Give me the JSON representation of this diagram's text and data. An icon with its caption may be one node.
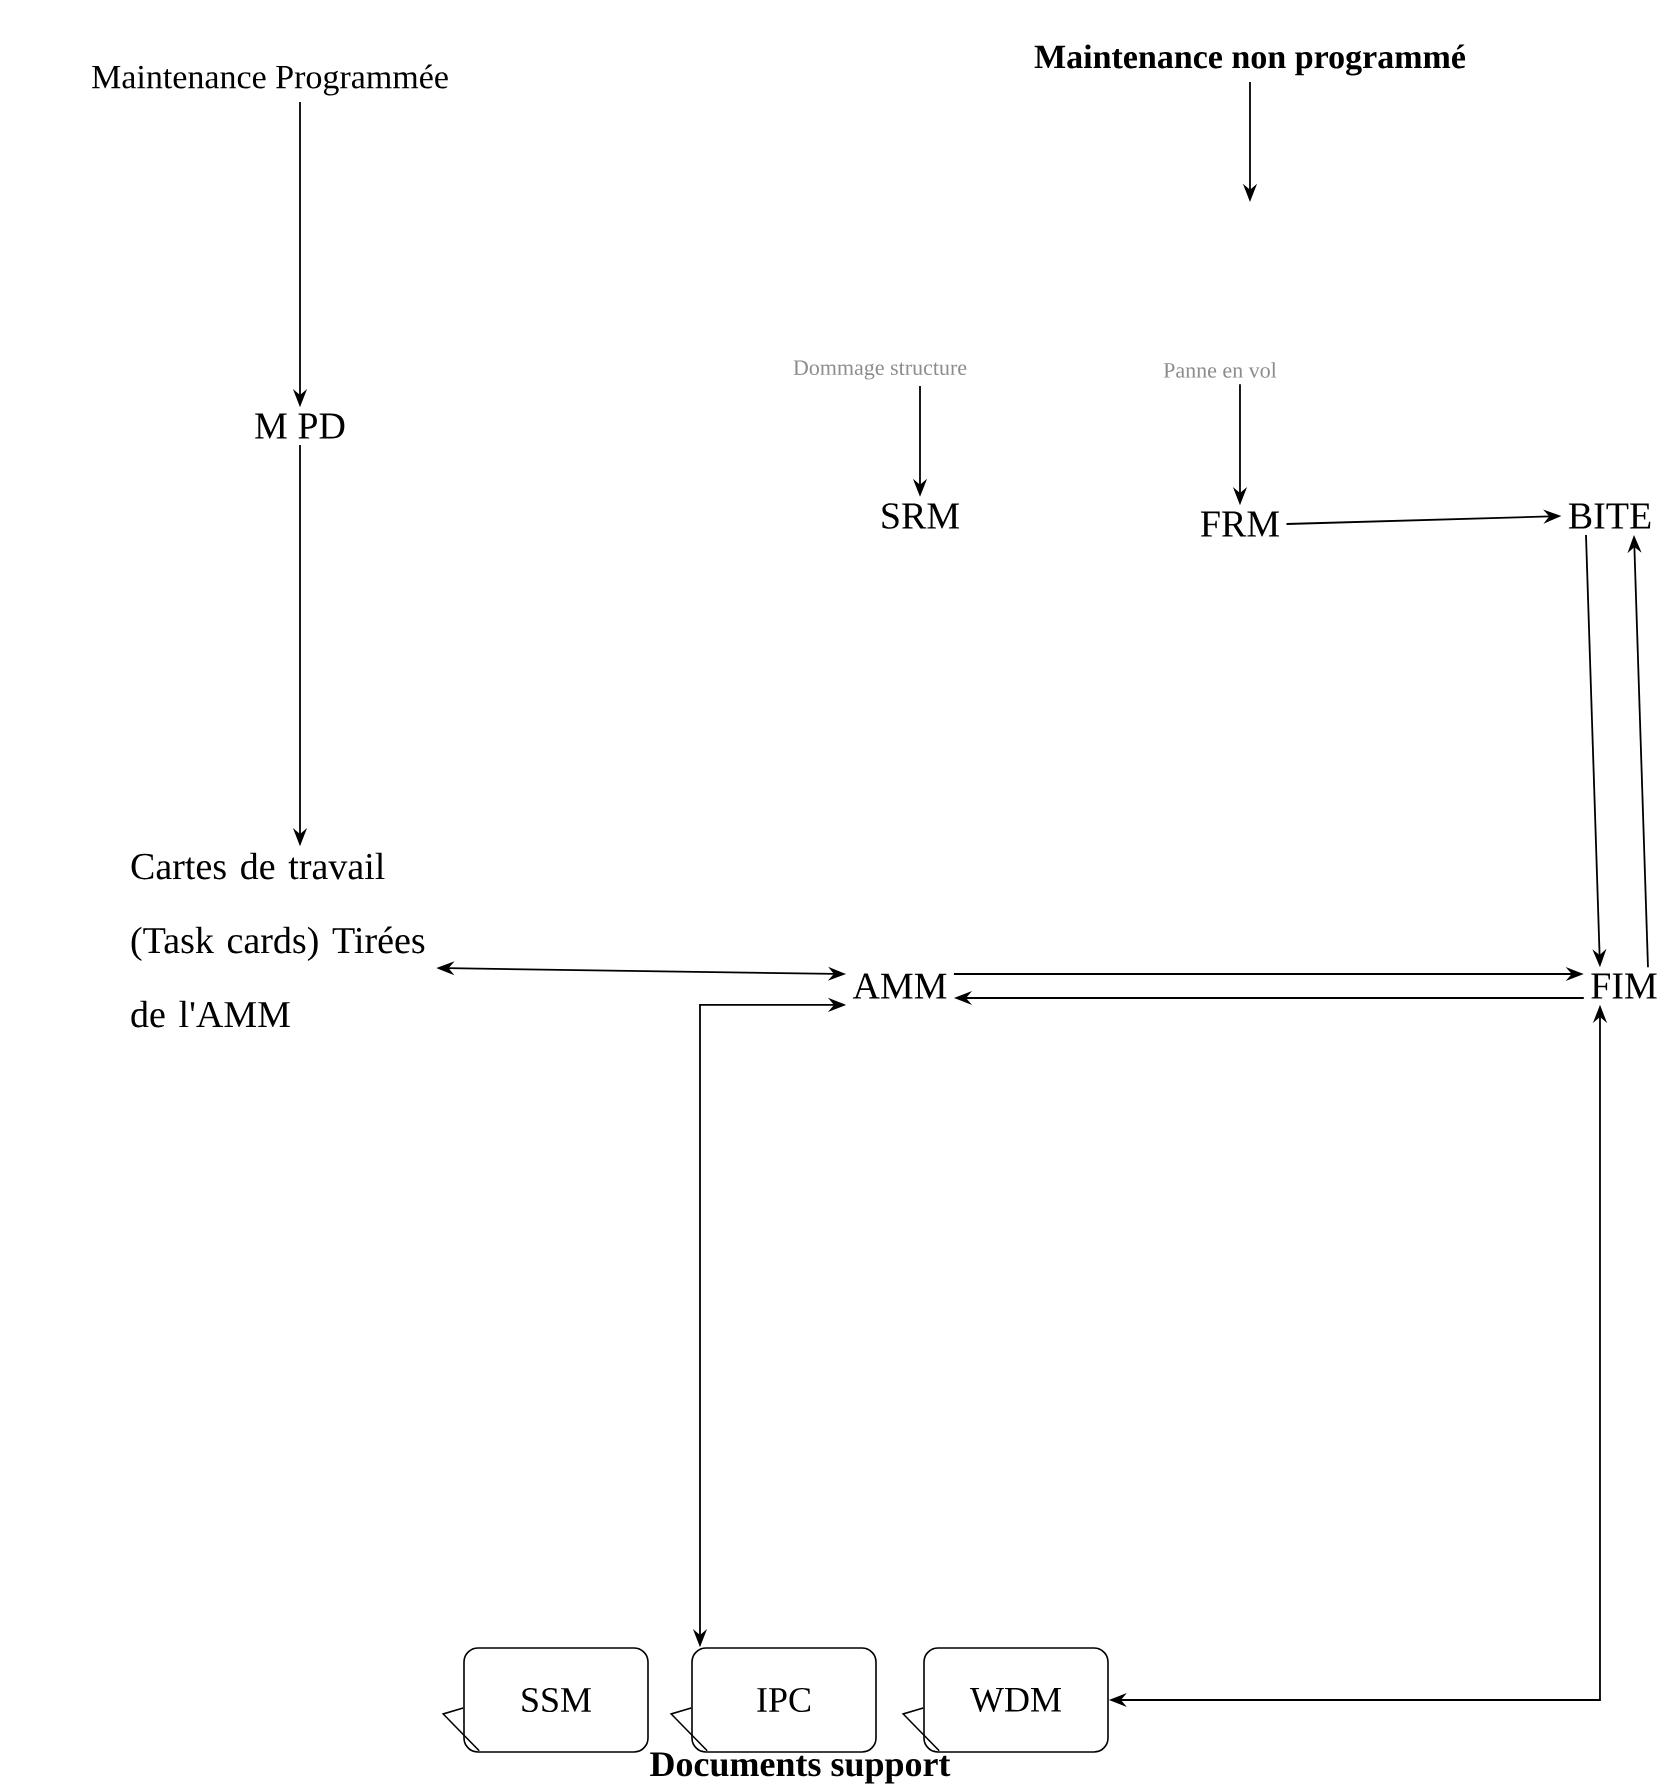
{
  "diagram": {
    "nodes": [
      {
        "text": [
          "Maintenance Programmée"
        ]
      },
      {
        "text": [
          "Maintenance non programmé"
        ]
      },
      {
        "text": [
          "Dommage structure"
        ]
      },
      {
        "text": [
          "Panne en vol"
        ]
      },
      {
        "text": [
          "M PD"
        ]
      },
      {
        "text": [
          "SRM"
        ]
      },
      {
        "text": [
          "FRM"
        ]
      },
      {
        "text": [
          "BITE"
        ]
      },
      {
        "text": [
          "Cartes de travail (Task cards) Tirées de l'AMM"
        ]
      },
      {
        "text": [
          "AMM"
        ]
      },
      {
        "text": [
          "FIM"
        ]
      },
      {
        "text": [
          "SSM"
        ]
      },
      {
        "text": [
          "IPC"
        ]
      },
      {
        "text": [
          "WDM"
        ]
      }
    ],
    "edges": [
      {
        "from": 0,
        "to": 4,
        "arrow": "to"
      },
      {
        "from": 1,
        "to": null,
        "arrow": "to"
      },
      {
        "from": 2,
        "to": 5,
        "arrow": "to"
      },
      {
        "from": 3,
        "to": 6,
        "arrow": "to"
      },
      {
        "from": 6,
        "to": 7,
        "arrow": "to"
      },
      {
        "from": 7,
        "to": 10,
        "arrow": "to"
      },
      {
        "from": 10,
        "to": 7,
        "arrow": "to"
      },
      {
        "from": 4,
        "to": 8,
        "arrow": "to"
      },
      {
        "from": 8,
        "to": 9,
        "arrow": "both"
      },
      {
        "from": 9,
        "to": 10,
        "arrow": "to"
      },
      {
        "from": 10,
        "to": 9,
        "arrow": "to"
      },
      {
        "from": 12,
        "to": 9,
        "arrow": "both"
      },
      {
        "from": 10,
        "to": 13,
        "arrow": "both"
      }
    ],
    "labels": [
      "Documents support"
    ]
  }
}
